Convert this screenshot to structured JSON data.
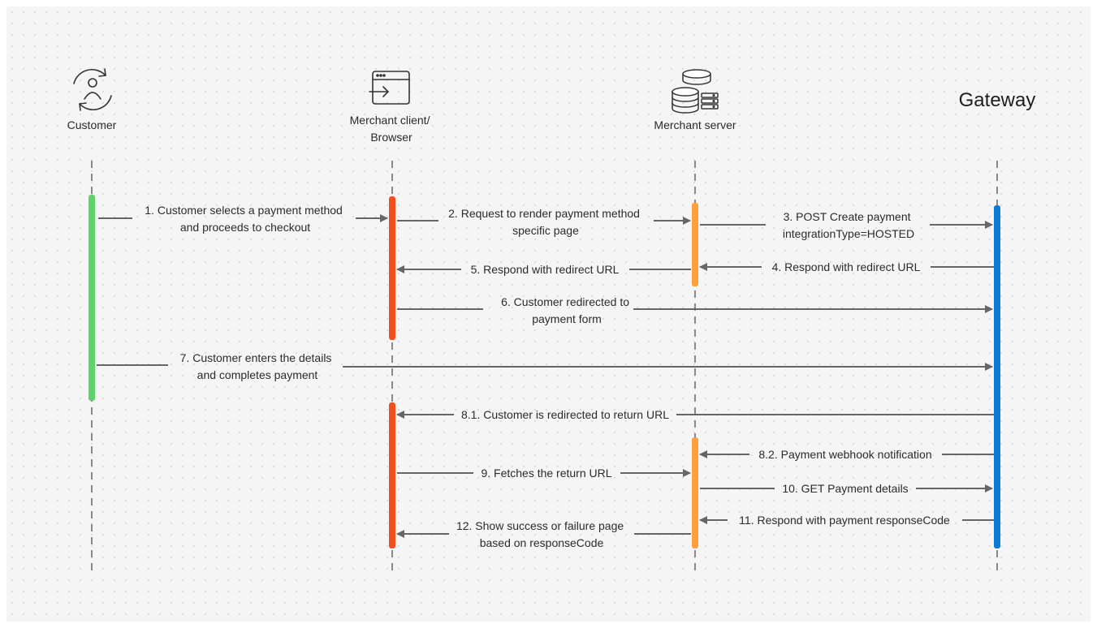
{
  "participants": [
    {
      "id": "customer",
      "label_lines": [
        "Customer"
      ],
      "icon": "customer-sync-icon",
      "bar_color": "#5fd36b"
    },
    {
      "id": "merchant_client",
      "label_lines": [
        "Merchant client/",
        "Browser"
      ],
      "icon": "browser-window-icon",
      "bar_color": "#f24e1e"
    },
    {
      "id": "merchant_server",
      "label_lines": [
        "Merchant server"
      ],
      "icon": "server-database-icon",
      "bar_color": "#ffa03c"
    },
    {
      "id": "gateway",
      "label_lines": [
        "Gateway"
      ],
      "icon": null,
      "bar_color": "#0a7ad6"
    }
  ],
  "messages": [
    {
      "from": "customer",
      "to": "merchant_client",
      "lines": [
        "1. Customer selects a payment method",
        "and proceeds to checkout"
      ]
    },
    {
      "from": "merchant_client",
      "to": "merchant_server",
      "lines": [
        "2. Request to render payment method",
        "specific page"
      ]
    },
    {
      "from": "merchant_server",
      "to": "gateway",
      "lines": [
        "3. POST Create payment",
        "integrationType=HOSTED"
      ]
    },
    {
      "from": "gateway",
      "to": "merchant_server",
      "lines": [
        "4. Respond with redirect URL"
      ]
    },
    {
      "from": "merchant_server",
      "to": "merchant_client",
      "lines": [
        "5. Respond with redirect URL"
      ]
    },
    {
      "from": "merchant_client",
      "to": "gateway",
      "lines": [
        "6. Customer redirected to",
        "payment form"
      ]
    },
    {
      "from": "customer",
      "to": "gateway",
      "lines": [
        "7. Customer enters the details",
        "and completes payment"
      ]
    },
    {
      "from": "gateway",
      "to": "merchant_client",
      "lines": [
        "8.1. Customer is redirected to return URL"
      ]
    },
    {
      "from": "gateway",
      "to": "merchant_server",
      "lines": [
        "8.2. Payment webhook notification"
      ]
    },
    {
      "from": "merchant_client",
      "to": "merchant_server",
      "lines": [
        "9. Fetches the return URL"
      ]
    },
    {
      "from": "merchant_server",
      "to": "gateway",
      "lines": [
        "10. GET Payment details"
      ]
    },
    {
      "from": "gateway",
      "to": "merchant_server",
      "lines": [
        "11. Respond with payment responseCode"
      ]
    },
    {
      "from": "merchant_server",
      "to": "merchant_client",
      "lines": [
        "12. Show success or failure page",
        "based on responseCode"
      ]
    }
  ],
  "colors": {
    "arrow": "#666666",
    "lifeline": "#8a8a8a",
    "text": "#2b2b2b"
  }
}
